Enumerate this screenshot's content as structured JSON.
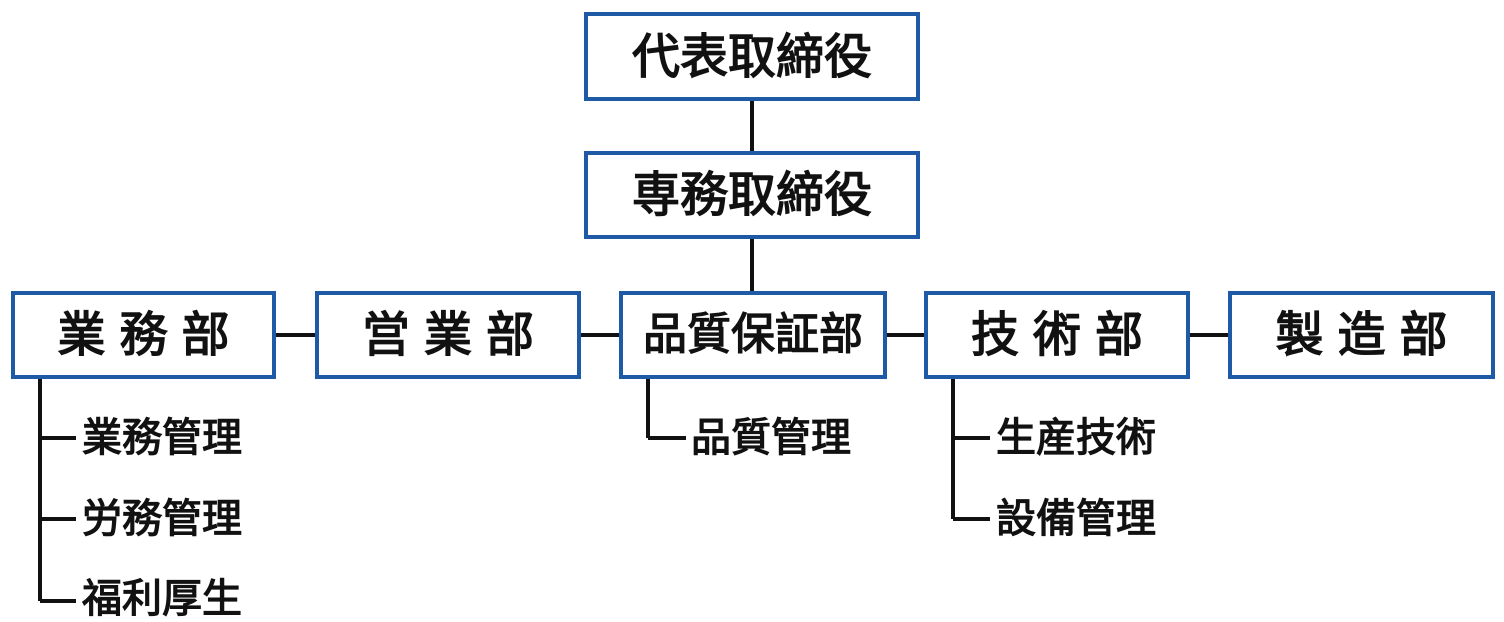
{
  "colors": {
    "box_border": "#1f5aa6",
    "line": "#111111",
    "text": "#111111",
    "background": "#ffffff"
  },
  "ceo": {
    "label": "代表取締役"
  },
  "managing_director": {
    "label": "専務取締役"
  },
  "departments": [
    {
      "label": "業務部",
      "sub_items": [
        "業務管理",
        "労務管理",
        "福利厚生"
      ]
    },
    {
      "label": "営業部",
      "sub_items": []
    },
    {
      "label": "品質保証部",
      "sub_items": [
        "品質管理"
      ]
    },
    {
      "label": "技術部",
      "sub_items": [
        "生産技術",
        "設備管理"
      ]
    },
    {
      "label": "製造部",
      "sub_items": []
    }
  ]
}
